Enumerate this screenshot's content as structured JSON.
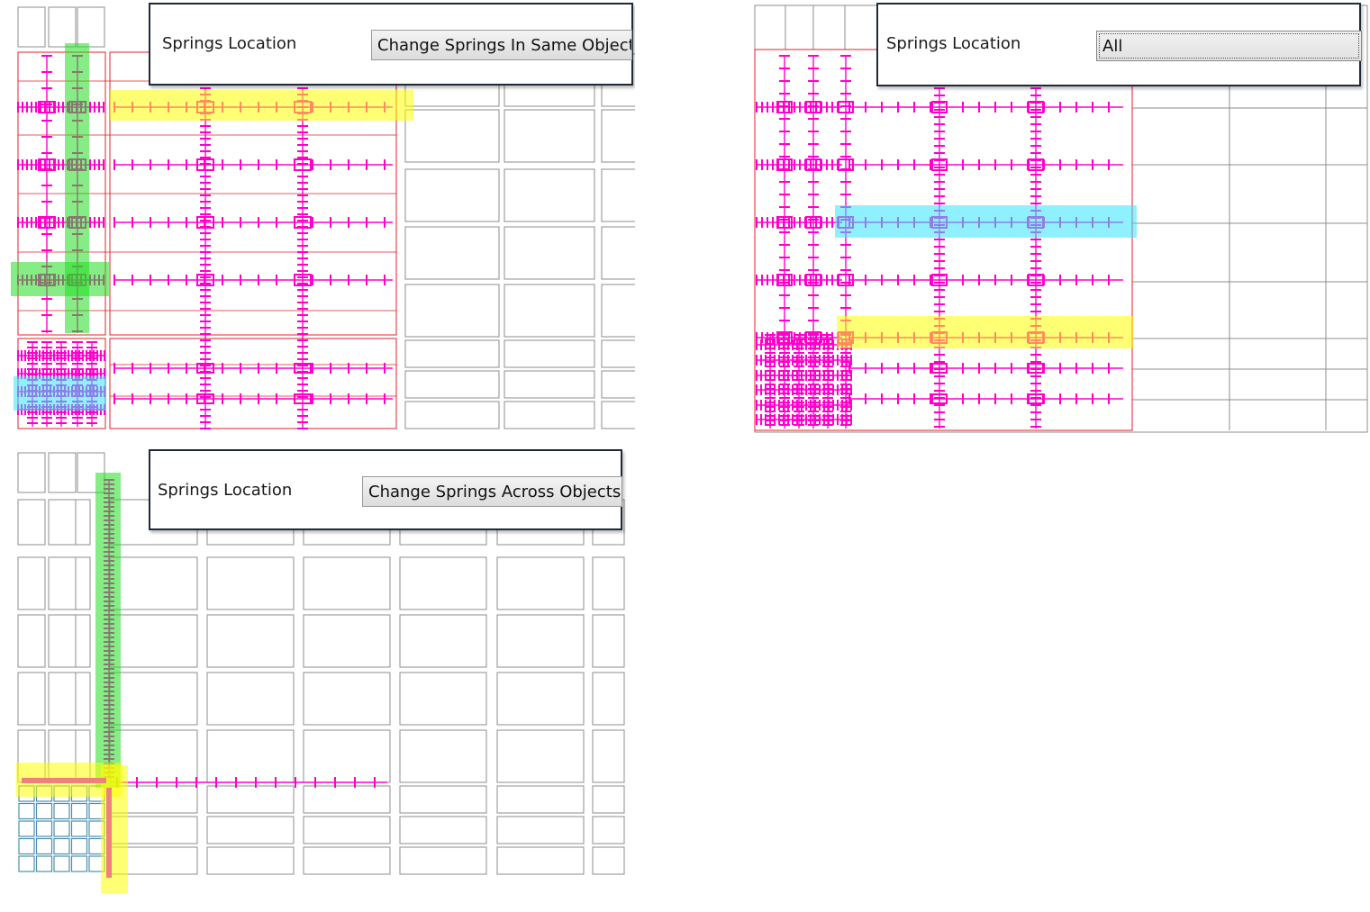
{
  "panels": [
    {
      "id": "same-object",
      "springs_location_label": "Springs Location",
      "springs_location_value": "Change Springs In Same Object"
    },
    {
      "id": "all",
      "springs_location_label": "Springs Location",
      "springs_location_value": "All"
    },
    {
      "id": "across-objects",
      "springs_location_label": "Springs Location",
      "springs_location_value": "Change Springs Across Objects"
    }
  ],
  "colors": {
    "grid": "#8c8c8c",
    "object_outline": "#e0202a",
    "spring": "#ff00cc",
    "highlight_green": "#22dd22",
    "highlight_yellow": "#ffff00",
    "highlight_cyan": "#33e6ff",
    "highlight_salmon": "#f08080",
    "cell_blue": "#4a8fb0"
  }
}
